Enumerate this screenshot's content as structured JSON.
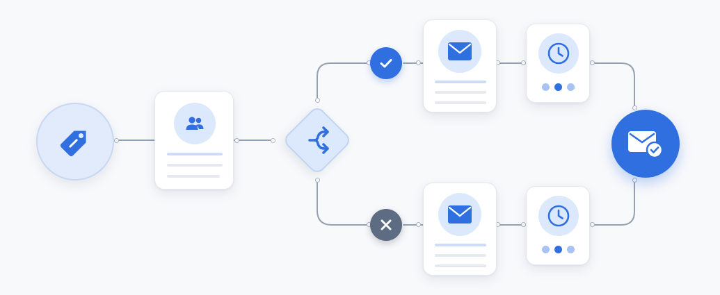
{
  "diagram": {
    "colors": {
      "accent": "#2f6fe0",
      "accent_light": "#dce8fb",
      "connector": "#94a0b4",
      "failure": "#5d6b83",
      "card_border": "#e4e8ef"
    },
    "nodes": [
      {
        "id": "trigger",
        "icon": "tag-icon",
        "shape": "circle"
      },
      {
        "id": "audience",
        "icon": "users-icon",
        "shape": "card"
      },
      {
        "id": "split",
        "icon": "branch-split-icon",
        "shape": "diamond"
      },
      {
        "id": "yes-path",
        "icon": "check-icon",
        "status": "success"
      },
      {
        "id": "no-path",
        "icon": "close-icon",
        "status": "failure"
      },
      {
        "id": "email-top",
        "icon": "mail-icon",
        "shape": "card"
      },
      {
        "id": "wait-top",
        "icon": "clock-icon",
        "shape": "card",
        "progress_dots": 3
      },
      {
        "id": "email-bottom",
        "icon": "mail-icon",
        "shape": "card"
      },
      {
        "id": "wait-bottom",
        "icon": "clock-icon",
        "shape": "card",
        "progress_dots": 3
      },
      {
        "id": "end",
        "icon": "mail-check-icon",
        "shape": "circle"
      }
    ],
    "edges": [
      [
        "trigger",
        "audience"
      ],
      [
        "audience",
        "split"
      ],
      [
        "split",
        "yes-path"
      ],
      [
        "split",
        "no-path"
      ],
      [
        "yes-path",
        "email-top"
      ],
      [
        "email-top",
        "wait-top"
      ],
      [
        "wait-top",
        "end"
      ],
      [
        "no-path",
        "email-bottom"
      ],
      [
        "email-bottom",
        "wait-bottom"
      ],
      [
        "wait-bottom",
        "end"
      ]
    ]
  }
}
